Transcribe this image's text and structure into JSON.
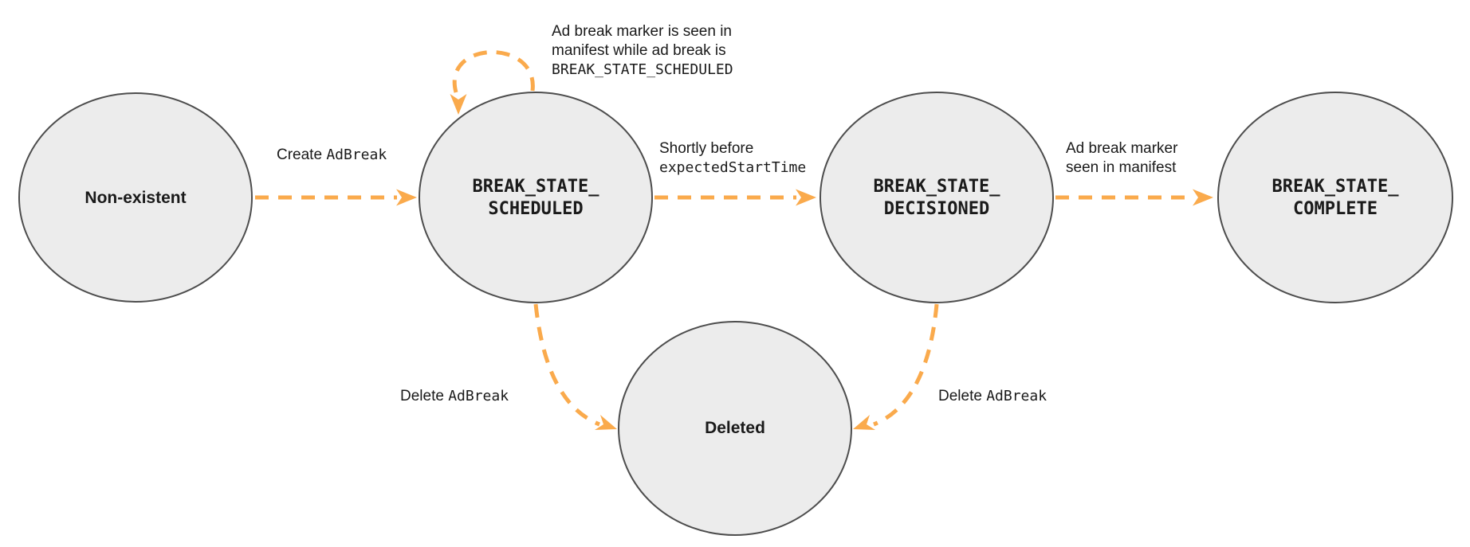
{
  "colors": {
    "arrow_orange": "#FAAA4C",
    "node_fill": "#ECECEC",
    "node_stroke": "#4D4D4D",
    "label_text": "#1A1A1A"
  },
  "states": {
    "non_existent": {
      "label": "Non-existent"
    },
    "scheduled": {
      "line1": "BREAK_STATE_",
      "line2": "SCHEDULED"
    },
    "decisioned": {
      "line1": "BREAK_STATE_",
      "line2": "DECISIONED"
    },
    "complete": {
      "line1": "BREAK_STATE_",
      "line2": "COMPLETE"
    },
    "deleted": {
      "label": "Deleted"
    }
  },
  "transitions": {
    "create_adbreak": {
      "text": "Create ",
      "code": "AdBreak"
    },
    "scheduled_self_loop": {
      "line1": "Ad break marker is seen in",
      "line2": "manifest while ad break is",
      "line3_code": "BREAK_STATE_SCHEDULED"
    },
    "scheduled_to_decisioned": {
      "line1": "Shortly before",
      "line2_code": "expectedStartTime"
    },
    "decisioned_to_complete": {
      "line1": "Ad break marker",
      "line2": "seen in manifest"
    },
    "scheduled_to_deleted": {
      "text": "Delete ",
      "code": "AdBreak"
    },
    "decisioned_to_deleted": {
      "text": "Delete ",
      "code": "AdBreak"
    }
  }
}
